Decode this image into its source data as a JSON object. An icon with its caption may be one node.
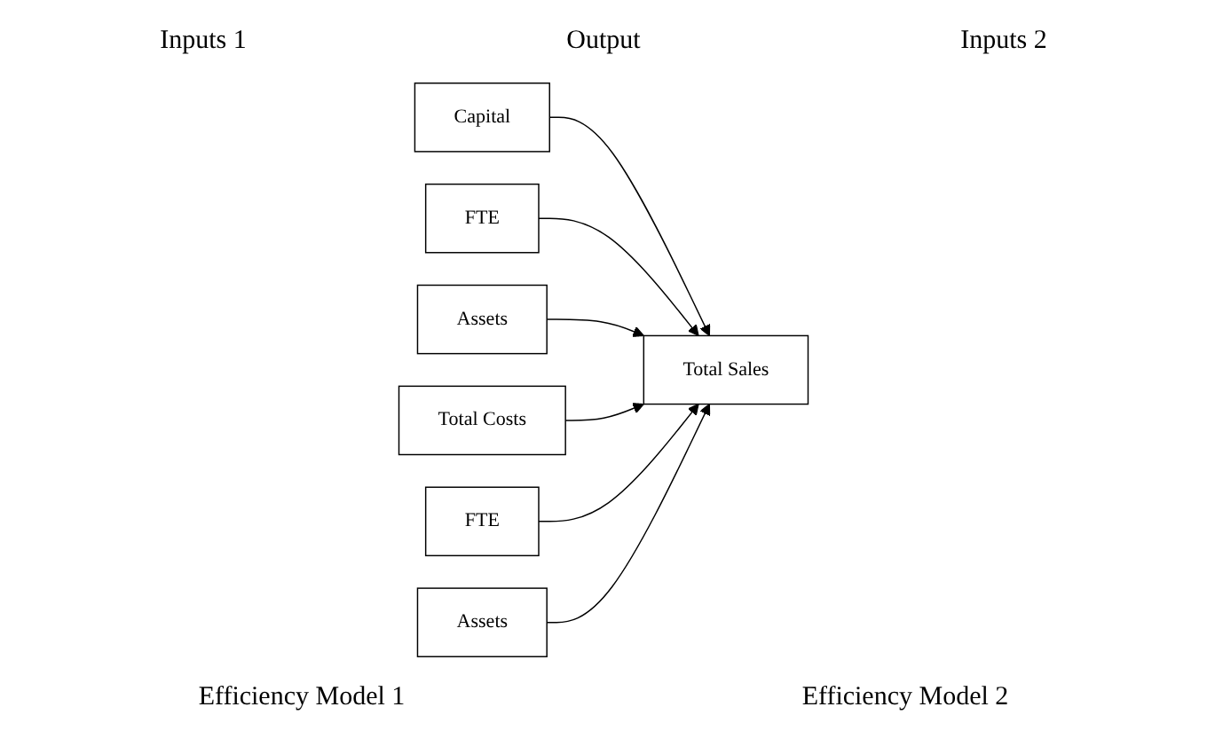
{
  "diagram": {
    "nodes": [
      {
        "text": [
          "Capital"
        ]
      },
      {
        "text": [
          "FTE"
        ]
      },
      {
        "text": [
          "Assets"
        ]
      },
      {
        "text": [
          "Total Sales"
        ]
      },
      {
        "text": [
          "Total Costs"
        ]
      },
      {
        "text": [
          "FTE"
        ]
      },
      {
        "text": [
          "Assets"
        ]
      }
    ],
    "edges": [
      {
        "from": 0,
        "to": 3,
        "arrow": "to"
      },
      {
        "from": 1,
        "to": 3,
        "arrow": "to"
      },
      {
        "from": 2,
        "to": 3,
        "arrow": "to"
      },
      {
        "from": 4,
        "to": 3,
        "arrow": "to"
      },
      {
        "from": 5,
        "to": 3,
        "arrow": "to"
      },
      {
        "from": 6,
        "to": 3,
        "arrow": "to"
      }
    ],
    "labels": [
      "Inputs 1",
      "Output",
      "Inputs 2",
      "Efficiency Model 1",
      "Efficiency Model 2"
    ]
  }
}
